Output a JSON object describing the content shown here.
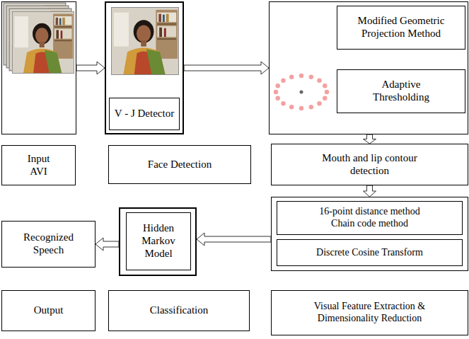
{
  "diagram": {
    "nodes": [
      {
        "text": []
      },
      {
        "text": []
      },
      {
        "text": [
          "V - J Detector"
        ],
        "in": 1
      },
      {
        "text": []
      },
      {
        "text": [
          "Modified Geometric Projection Method"
        ],
        "in": 3
      },
      {
        "text": [
          "Adaptive Thresholding"
        ],
        "in": 3
      },
      {
        "text": [
          "Input AVI"
        ]
      },
      {
        "text": [
          "Face Detection"
        ]
      },
      {
        "text": [
          "Mouth and lip contour detection"
        ]
      },
      {
        "text": [
          "Recognized Speech"
        ]
      },
      {
        "text": []
      },
      {
        "text": [
          "Hidden Markov Model"
        ],
        "in": 10
      },
      {
        "text": []
      },
      {
        "text": [
          "16-point distance method Chain code method"
        ],
        "in": 12
      },
      {
        "text": [
          "Discrete Cosine Transform"
        ],
        "in": 12
      },
      {
        "text": [
          "Output"
        ]
      },
      {
        "text": [
          "Classification"
        ]
      },
      {
        "text": [
          "Visual Feature Extraction & Dimensionality Reduction"
        ]
      }
    ],
    "edges": [
      {
        "from": 0,
        "to": 1,
        "arrow": "to"
      },
      {
        "from": 1,
        "to": 3,
        "arrow": "to"
      },
      {
        "from": 3,
        "to": 8,
        "arrow": "to"
      },
      {
        "from": 8,
        "to": 12,
        "arrow": "to"
      },
      {
        "from": 12,
        "to": 10,
        "arrow": "to"
      },
      {
        "from": 10,
        "to": 9,
        "arrow": "to"
      }
    ]
  }
}
